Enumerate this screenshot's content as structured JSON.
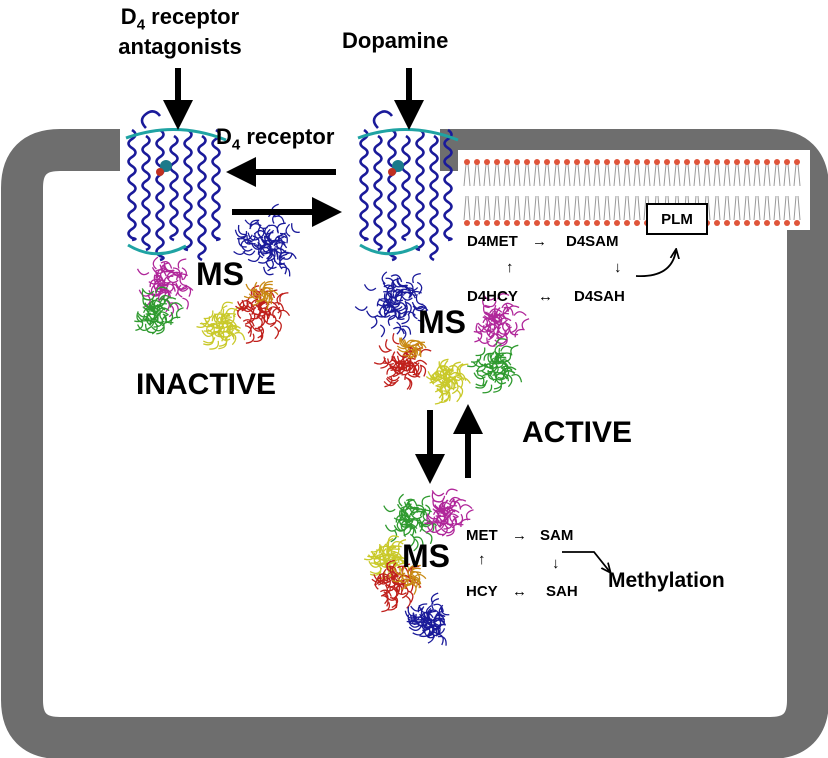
{
  "labels": {
    "antagonist_line1_main": "D",
    "antagonist_line1_sub": "4",
    "antagonist_line1_rest": " receptor",
    "antagonist_line2": "antagonists",
    "dopamine": "Dopamine",
    "receptor_main": "D",
    "receptor_sub": "4",
    "receptor_rest": " receptor",
    "ms_inactive": "MS",
    "ms_active": "MS",
    "ms_cyto": "MS",
    "inactive": "INACTIVE",
    "active": "ACTIVE",
    "plm": "PLM",
    "methylation": "Methylation"
  },
  "membrane_cycle": {
    "met": "D4MET",
    "sam": "D4SAM",
    "hcy": "D4HCY",
    "sah": "D4SAH",
    "arrow_right": "→",
    "arrow_both": "↔",
    "arrow_up": "↑",
    "arrow_down": "↓"
  },
  "cyto_cycle": {
    "met": "MET",
    "sam": "SAM",
    "hcy": "HCY",
    "sah": "SAH",
    "arrow_right": "→",
    "arrow_both": "↔",
    "arrow_up": "↑",
    "arrow_down": "↓"
  },
  "colors": {
    "cell_wall": "#6e6e6e",
    "receptor": "#1a1a9a",
    "receptor_accent": "#1fa3a3",
    "ms_magenta": "#b0279a",
    "ms_green": "#2f9a2f",
    "ms_yellow": "#c9c92a",
    "ms_red": "#c0201c",
    "ms_orange": "#c98a14",
    "lipid_head": "#e0553a",
    "lipid_tail": "#9a9a9a"
  }
}
